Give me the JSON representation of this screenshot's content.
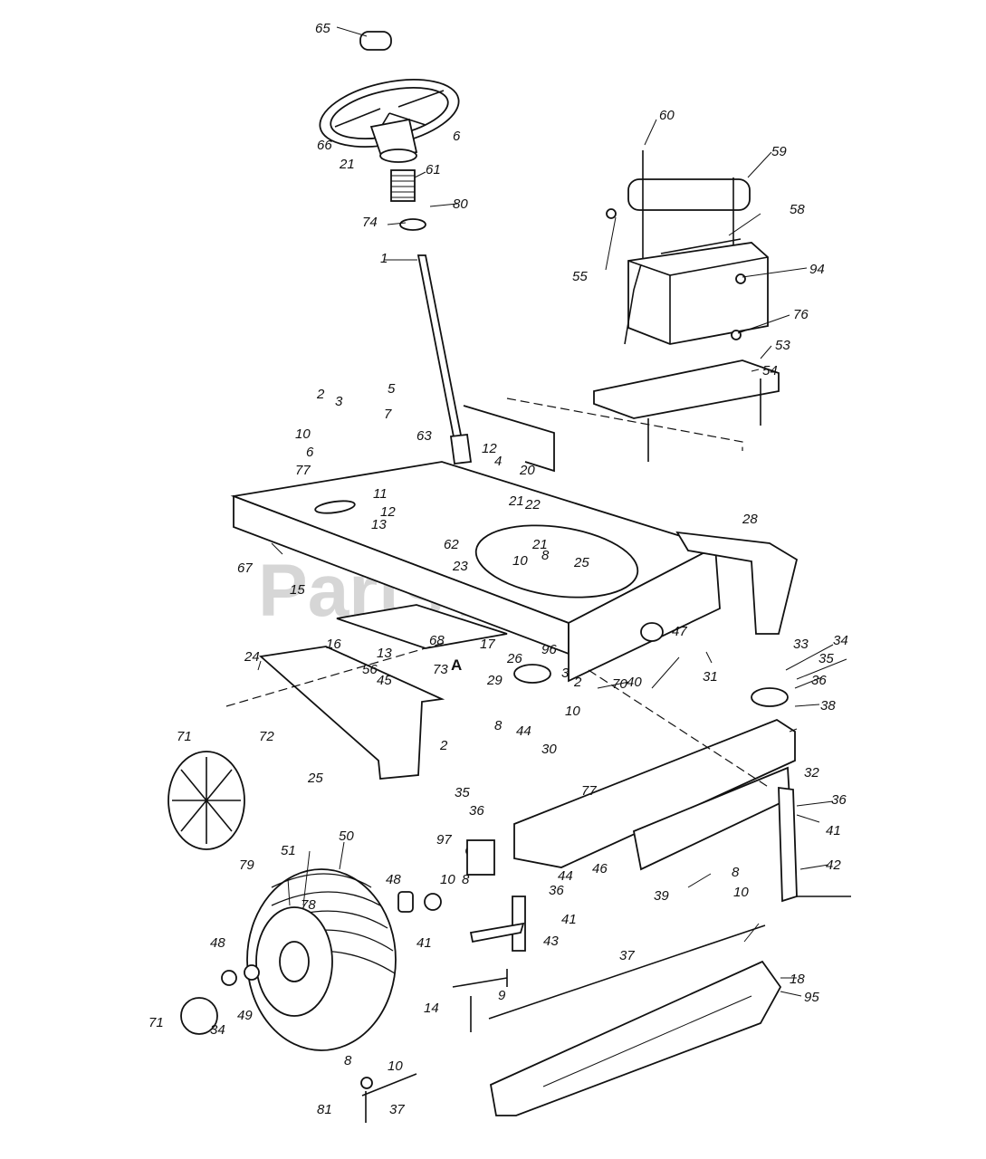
{
  "watermark": "PartsTree",
  "callouts": {
    "c65": "65",
    "c60": "60",
    "c59": "59",
    "c6a": "6",
    "c66": "66",
    "c21a": "21",
    "c61": "61",
    "c80": "80",
    "c74": "74",
    "c58": "58",
    "c55": "55",
    "c94": "94",
    "c1": "1",
    "c76": "76",
    "c53": "53",
    "c54": "54",
    "c2a": "2",
    "c3a": "3",
    "c5": "5",
    "c7": "7",
    "c10a": "10",
    "c6b": "6",
    "c77a": "77",
    "c63": "63",
    "c12a": "12",
    "c4": "4",
    "c20": "20",
    "c11": "11",
    "c12b": "12",
    "c21b": "21",
    "c22": "22",
    "c13a": "13",
    "c62": "62",
    "c67": "67",
    "c21c": "21",
    "c23": "23",
    "c10b": "10",
    "c8a": "8",
    "c25a": "25",
    "c28": "28",
    "c15": "15",
    "c47": "47",
    "c16": "16",
    "c68": "68",
    "c17": "17",
    "c13b": "13",
    "c56": "56",
    "c45": "45",
    "c73": "73",
    "cA": "A",
    "c29": "29",
    "c26": "26",
    "c96": "96",
    "c40": "40",
    "c31": "31",
    "c33": "33",
    "c34a": "34",
    "c35a": "35",
    "c36a": "36",
    "c70": "70",
    "c24": "24",
    "c3b": "3",
    "c2b": "2",
    "c38": "38",
    "c8b": "8",
    "c44a": "44",
    "c10c": "10",
    "c30": "30",
    "c2c": "2",
    "c25b": "25",
    "c71a": "71",
    "c72": "72",
    "c77b": "77",
    "c35b": "35",
    "c36b": "36",
    "c32": "32",
    "c36c": "36",
    "c50": "50",
    "c97": "97",
    "c41a": "41",
    "c44b": "44",
    "c46": "46",
    "c79": "79",
    "c51": "51",
    "c48a": "48",
    "c36d": "36",
    "c42": "42",
    "c39": "39",
    "c8c": "8",
    "c10d": "10",
    "c78": "78",
    "c10e": "10",
    "c8d": "8",
    "c41b": "41",
    "c41c": "41",
    "c43": "43",
    "c48b": "48",
    "c37a": "37",
    "c18": "18",
    "c95": "95",
    "c71b": "71",
    "c34b": "34",
    "c49": "49",
    "c14": "14",
    "c9": "9",
    "c8e": "8",
    "c10f": "10",
    "c81": "81",
    "c37b": "37"
  }
}
